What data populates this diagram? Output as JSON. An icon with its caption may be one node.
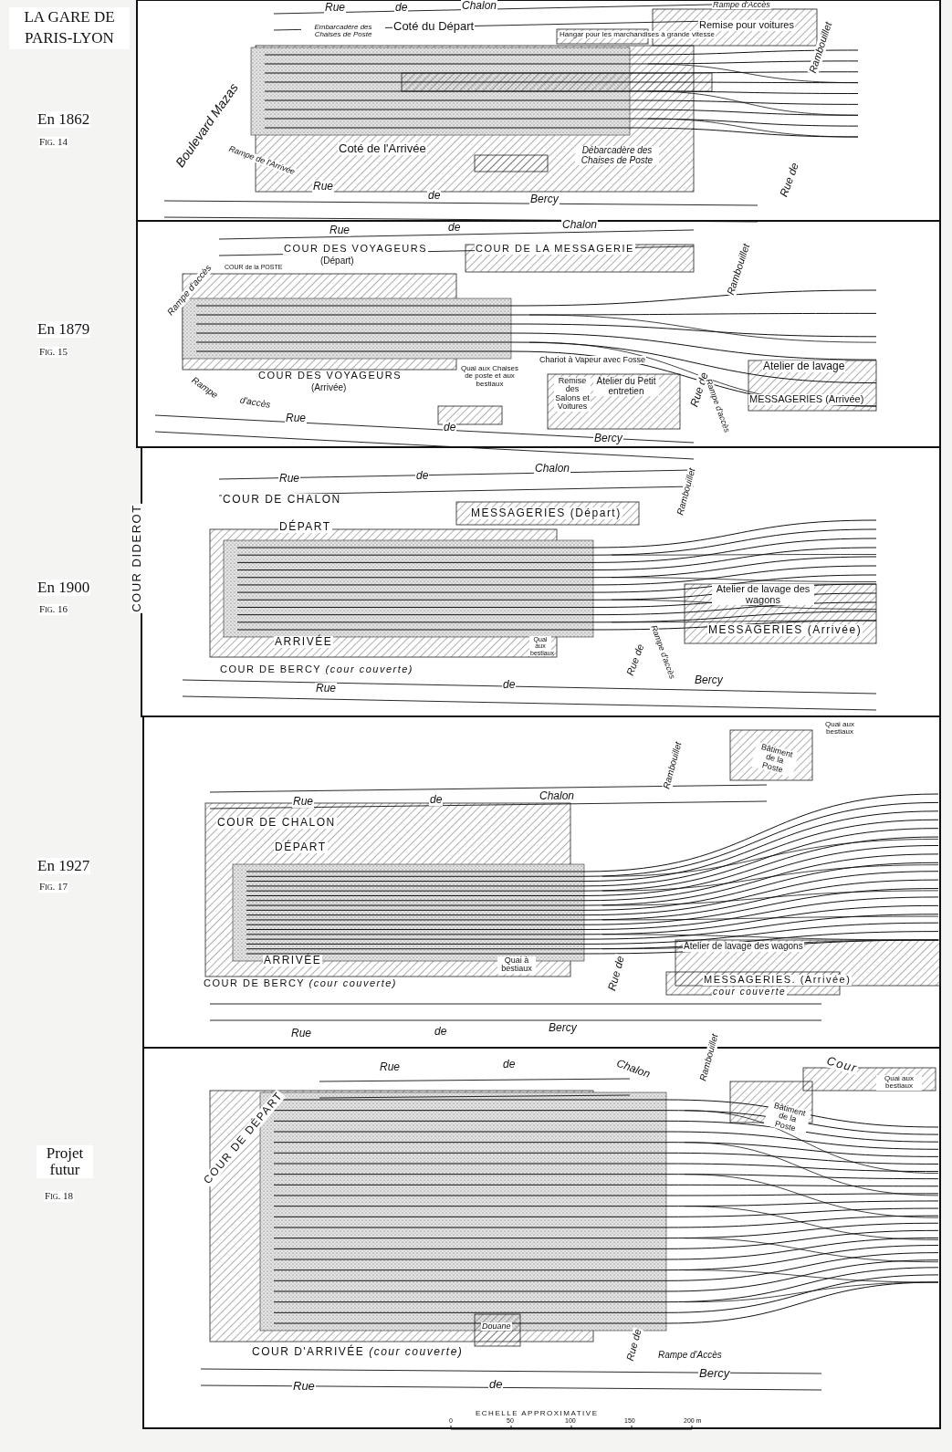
{
  "diagram": {
    "title": "LA GARE DE PARIS-LYON",
    "labels": [
      "En 1862",
      "Fig. 14",
      "Rue",
      "de",
      "Chalon",
      "Rampe d'Accès",
      "Embarcadère des Chaises de Poste",
      "Coté du Départ",
      "Hangar pour les marchandises à grande vitesse",
      "Remise pour voitures",
      "Rambouillet",
      "Boulevard Mazas",
      "Coté de l'Arrivée",
      "Rampe de l'Arrivée",
      "Débarcadère des Chaises de Poste",
      "Rue de",
      "Rue",
      "de",
      "Bercy",
      "En 1879",
      "Fig. 15",
      "Rue",
      "de",
      "Chalon",
      "COUR DES VOYAGEURS",
      "(Départ)",
      "COUR DE LA MESSAGERIE",
      "Rambouillet",
      "Rampe d'accès",
      "COUR de la POSTE",
      "COUR DES VOYAGEURS",
      "(Arrivée)",
      "Rampe",
      "d'accès",
      "Quai aux Chaises de poste et aux bestiaux",
      "Chariot à Vapeur avec Fosse",
      "Remise des Salons et Voitures",
      "Atelier du Petit entretien",
      "Rue de",
      "Rampe d'accès",
      "Atelier de lavage",
      "MESSAGERIES (Arrivée)",
      "Rue",
      "de",
      "Bercy",
      "En 1900",
      "Fig. 16",
      "Rue",
      "de",
      "Chalon",
      "Rambouillet",
      "COUR DE CHALON",
      "MESSAGERIES (Départ)",
      "DÉPART",
      "COUR DIDEROT",
      "Atelier de lavage des wagons",
      "ARRIVÉE",
      "Quai aux bestiaux",
      "Rue de",
      "Rampe d'accès",
      "MESSAGERIES (Arrivée)",
      "COUR DE BERCY *(cour couverte)*",
      "Rue",
      "de",
      "Bercy",
      "En 1927",
      "Fig. 17",
      "Quai aux bestiaux",
      "Bâtiment de la Poste",
      "Rambouillet",
      "Rue",
      "de",
      "Chalon",
      "COUR DE CHALON",
      "DÉPART",
      "Atelier de lavage des wagons",
      "ARRIVÉE",
      "Quai à bestiaux",
      "MESSAGERIES. (Arrivée)",
      "Rue de",
      "COUR DE BERCY *(cour couverte)*",
      "cour couverte",
      "Rue",
      "de",
      "Bercy",
      "Projet futur",
      "Fig. 18",
      "Rue",
      "de",
      "Chalon",
      "Rambouillet",
      "Cour",
      "Quai aux bestiaux",
      "COUR DE DÉPART",
      "Bâtiment de la Poste",
      "Douane",
      "Rue de",
      "COUR D'ARRIVÉE *(cour couverte)*",
      "Rampe d'Accès",
      "Rue",
      "de",
      "Bercy",
      "ECHELLE APPROXIMATIVE",
      "0",
      "50",
      "100",
      "150",
      "200 m"
    ]
  }
}
